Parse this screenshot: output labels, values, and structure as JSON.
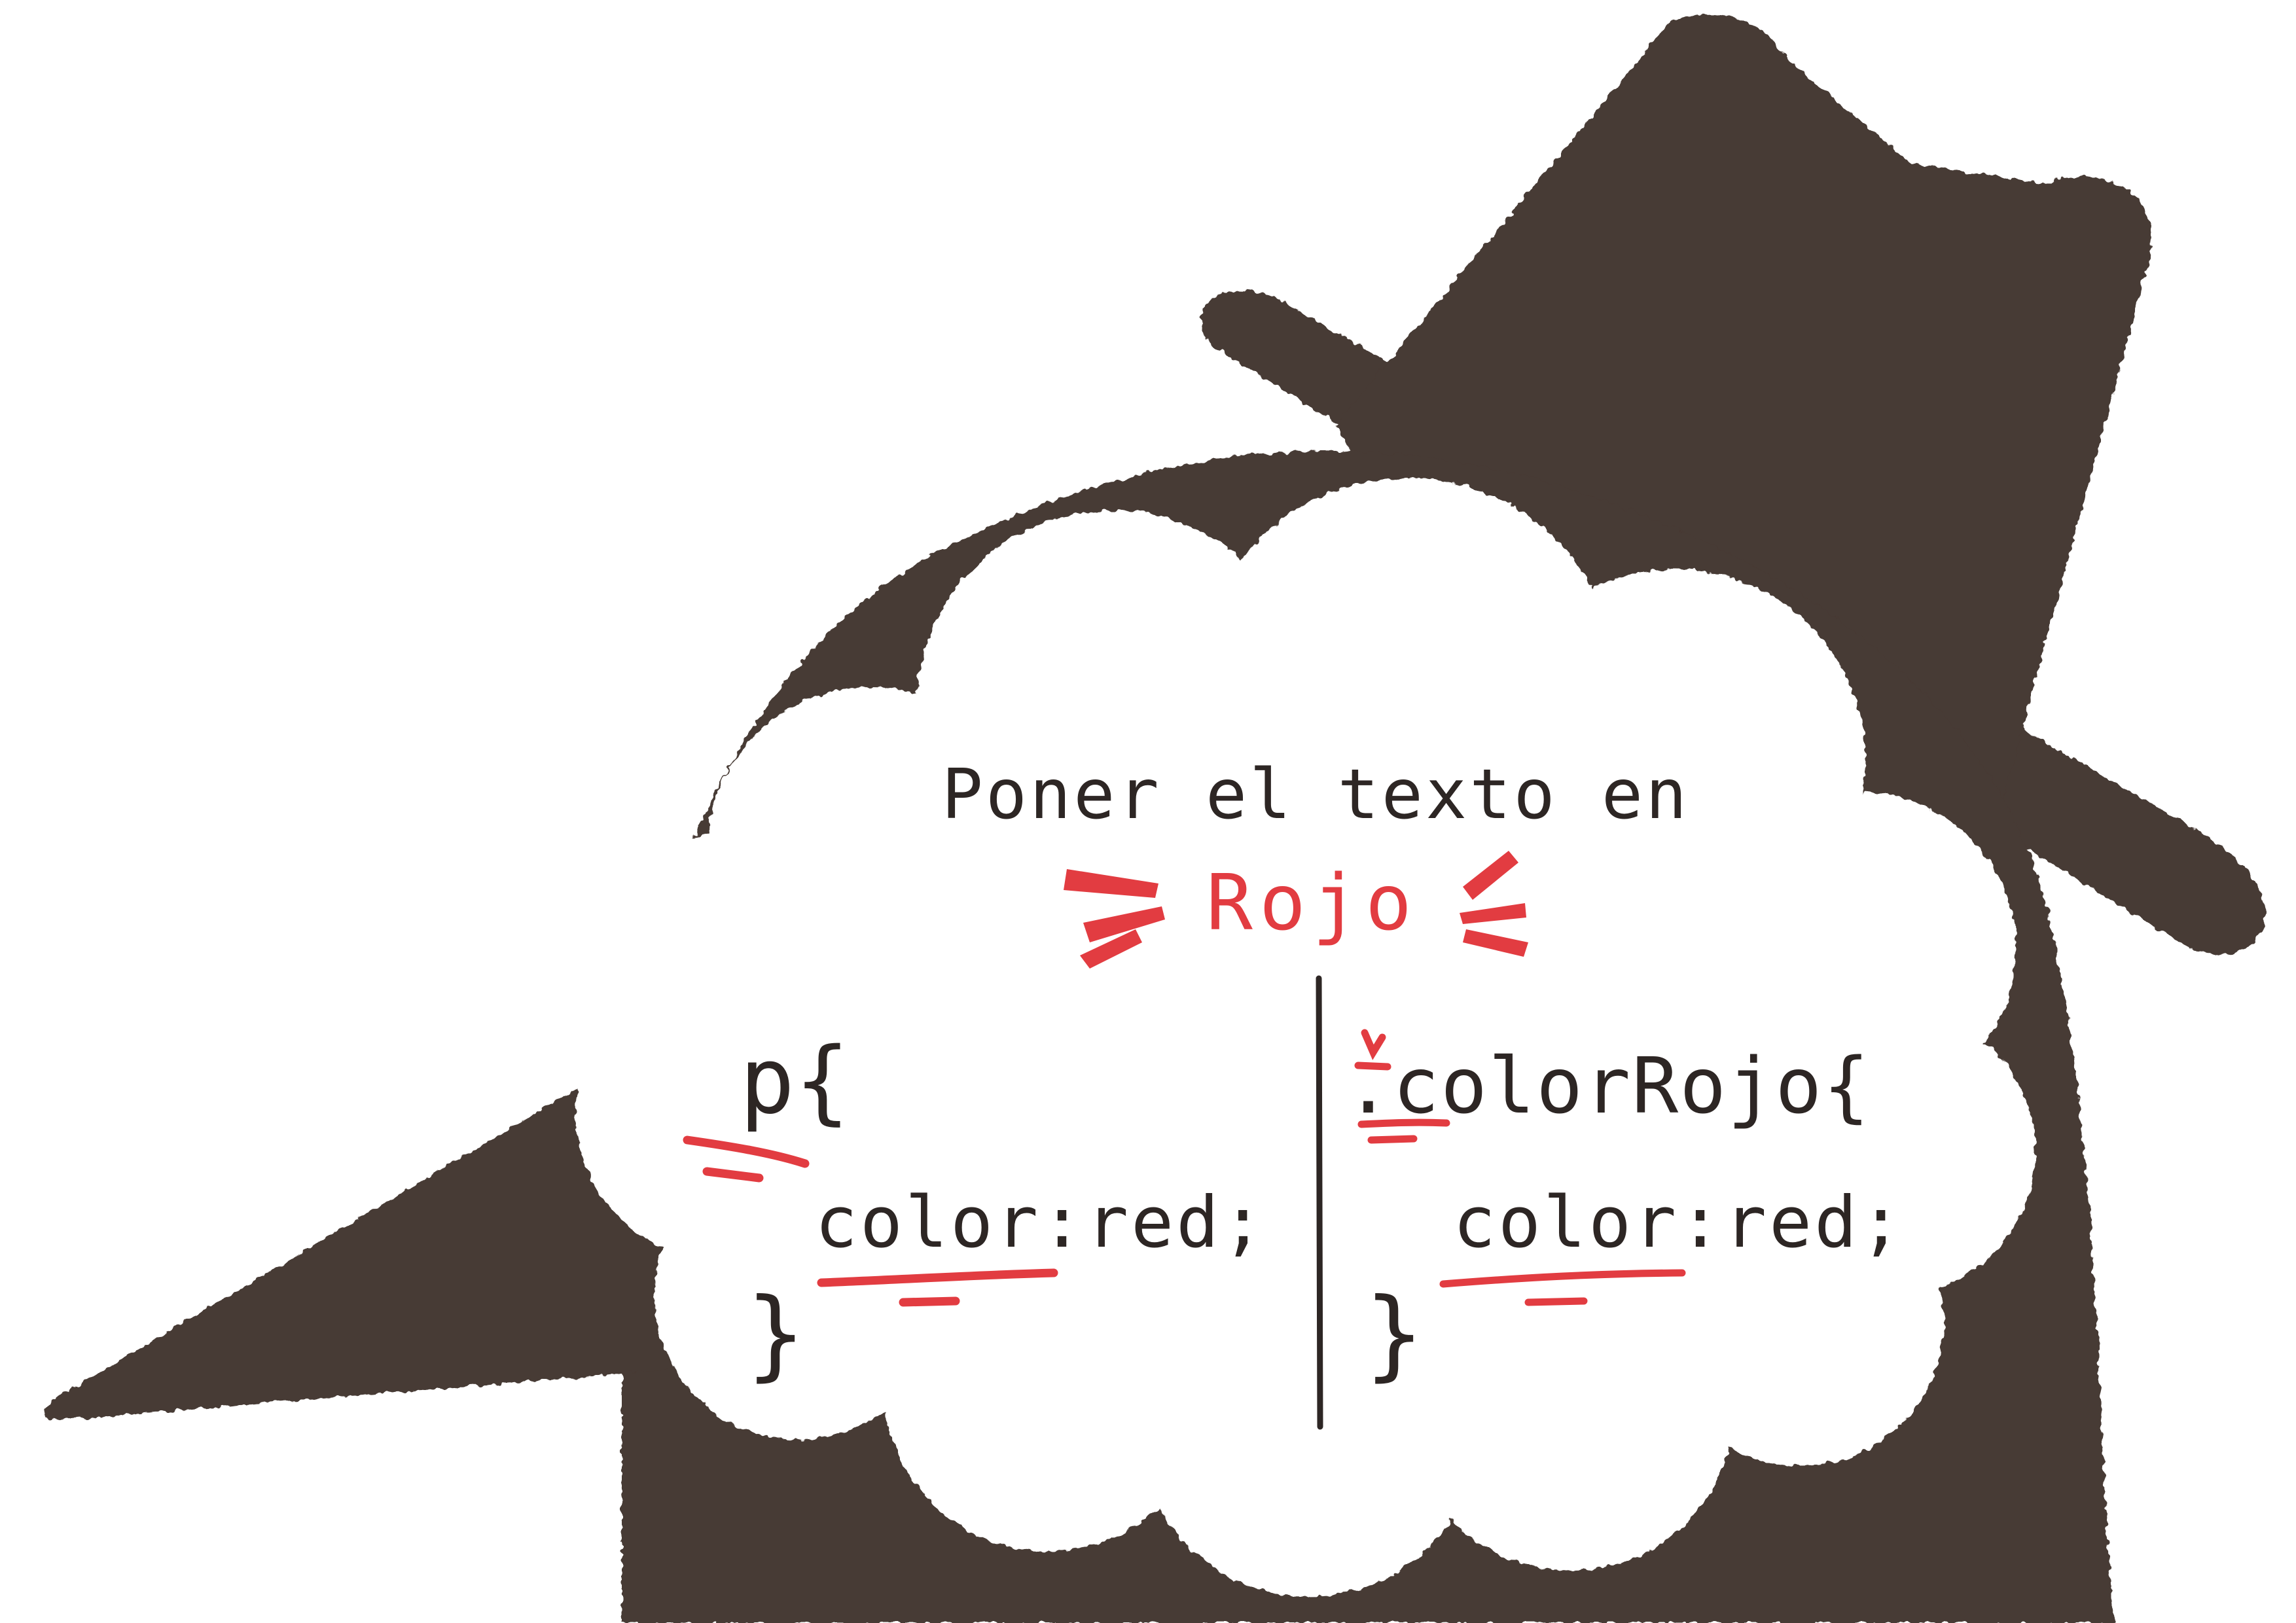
{
  "colors": {
    "background": "#ffffff",
    "character": "#473a34",
    "cloud": "#ffffff",
    "ink": "#2d2624",
    "accent": "#e23c41"
  },
  "thought": {
    "heading": "Poner el texto en",
    "highlight": "Rojo"
  },
  "code_left": {
    "selector_line": "p{",
    "property_line": "color:red;",
    "closing_line": "}"
  },
  "code_right": {
    "selector_line": ".colorRojo{",
    "property_line": "color:red;",
    "closing_line": "}"
  }
}
